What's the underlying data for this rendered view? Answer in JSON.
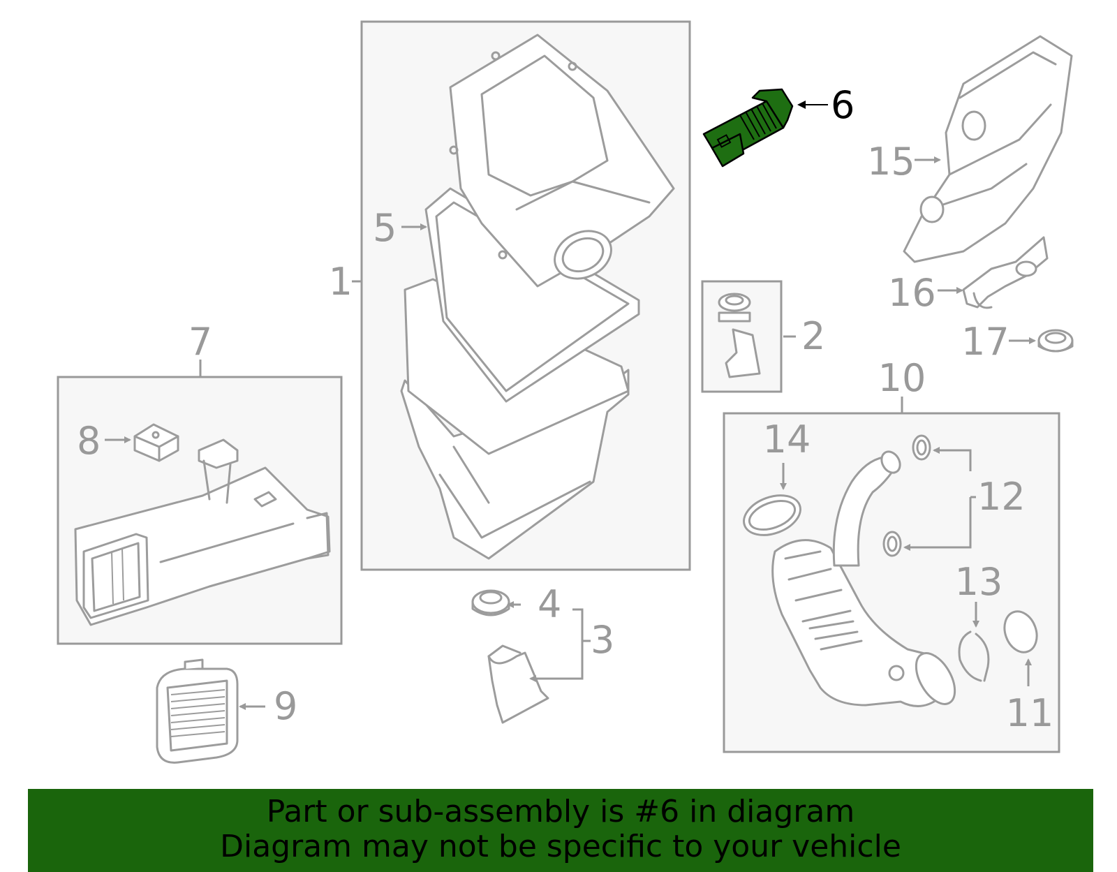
{
  "highlight_color": "#1a650c",
  "highlighted_part": "6",
  "callouts": {
    "c1": "1",
    "c2": "2",
    "c3": "3",
    "c4": "4",
    "c5": "5",
    "c6": "6",
    "c7": "7",
    "c8": "8",
    "c9": "9",
    "c10": "10",
    "c11": "11",
    "c12": "12",
    "c13": "13",
    "c14": "14",
    "c15": "15",
    "c16": "16",
    "c17": "17"
  },
  "banner": {
    "line1": "Part or sub-assembly is #6 in diagram",
    "line2": "Diagram may not be specific to your vehicle"
  }
}
